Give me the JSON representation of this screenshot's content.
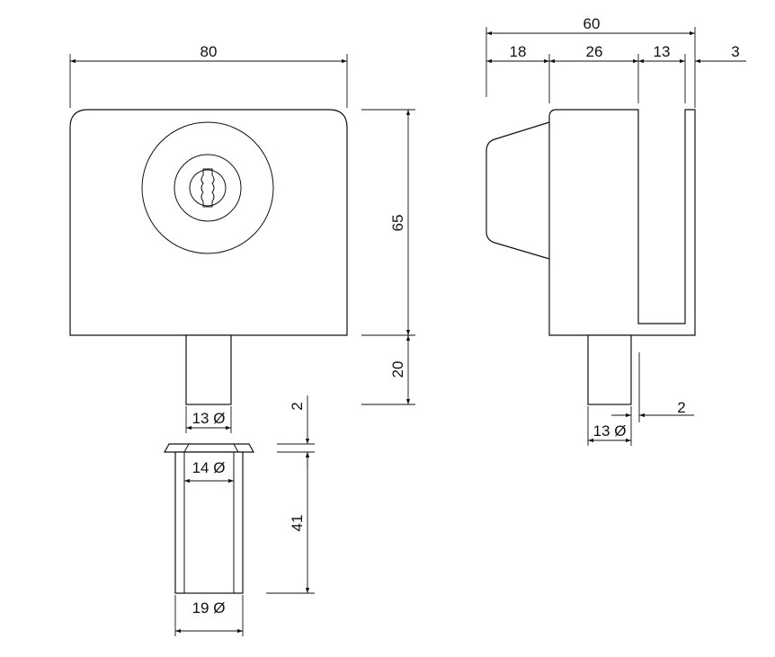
{
  "front_view": {
    "width_label": "80",
    "height_label": "65",
    "spindle_length_label": "20",
    "spindle_diameter_label": "13 Ø"
  },
  "side_view": {
    "total_depth_label": "60",
    "segment_labels": [
      "18",
      "26",
      "13",
      "3"
    ],
    "spindle_diameter_label": "13 Ø",
    "offset_label": "2"
  },
  "sleeve_view": {
    "flange_thickness_label": "2",
    "inner_diameter_label": "14 Ø",
    "length_label": "41",
    "outer_diameter_label": "19 Ø"
  }
}
